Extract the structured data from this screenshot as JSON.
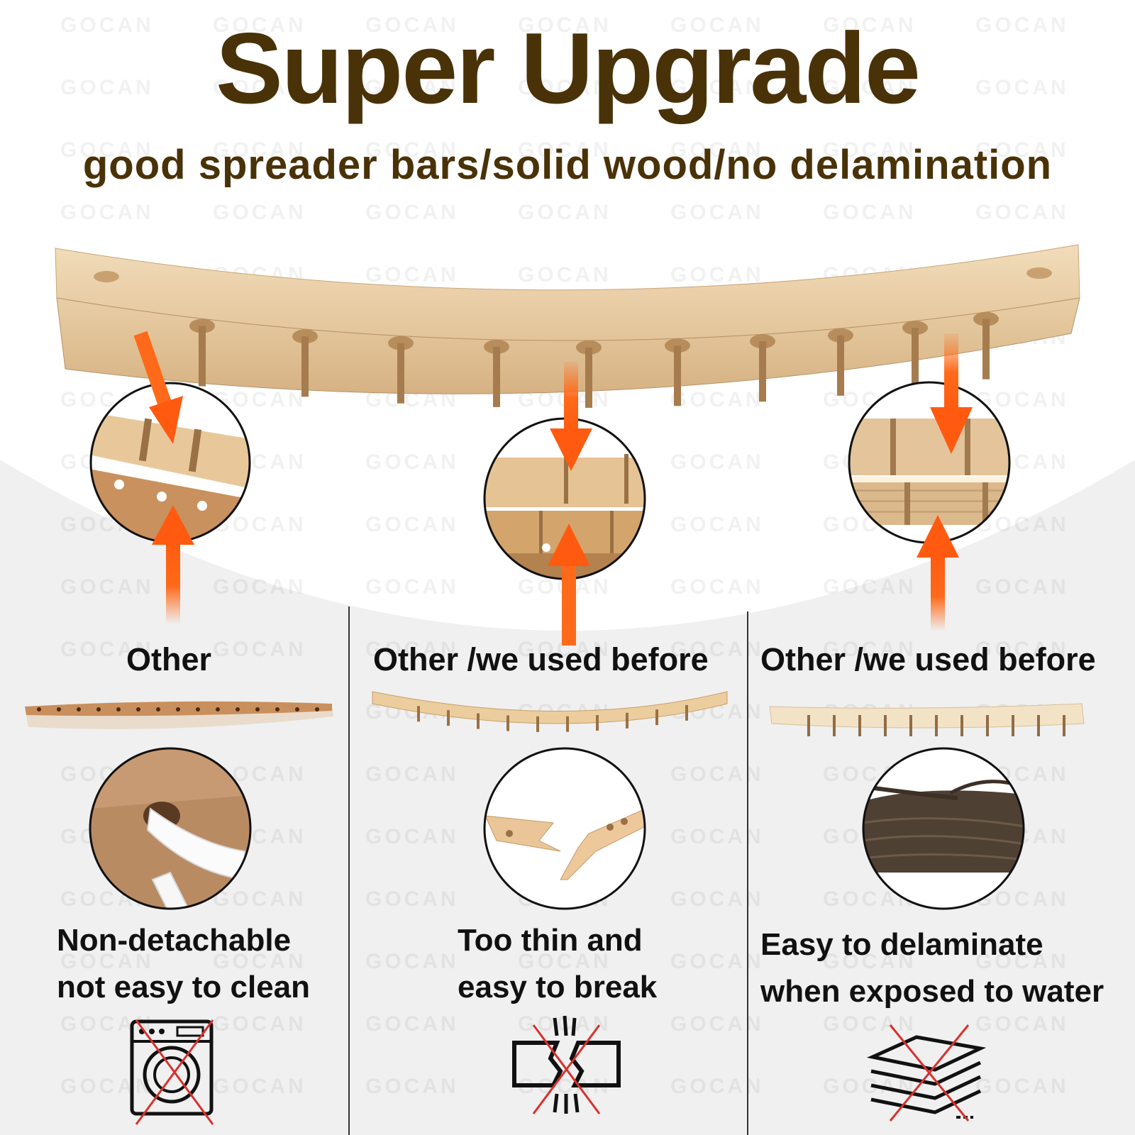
{
  "headline": "Super Upgrade",
  "subheadline": "good spreader bars/solid wood/no delamination",
  "watermark": "GOCAN",
  "columns": [
    {
      "label": "Other",
      "desc_line1": "Non-detachable",
      "desc_line2": "not easy to clean",
      "icon": "no-washing-machine-icon"
    },
    {
      "label": "Other /we used before",
      "desc_line1": "Too thin and",
      "desc_line2": "easy to break",
      "icon": "no-break-icon"
    },
    {
      "label": "Other /we used before",
      "desc_line1": "Easy to delaminate",
      "desc_line2": "when exposed to water",
      "icon": "no-layers-icon"
    }
  ],
  "colors": {
    "headline": "#4a3208",
    "arrow": "#ff6a1a",
    "wood": "#e2c49a",
    "cross": "#d9302c",
    "panel": "#f0f0f0"
  }
}
